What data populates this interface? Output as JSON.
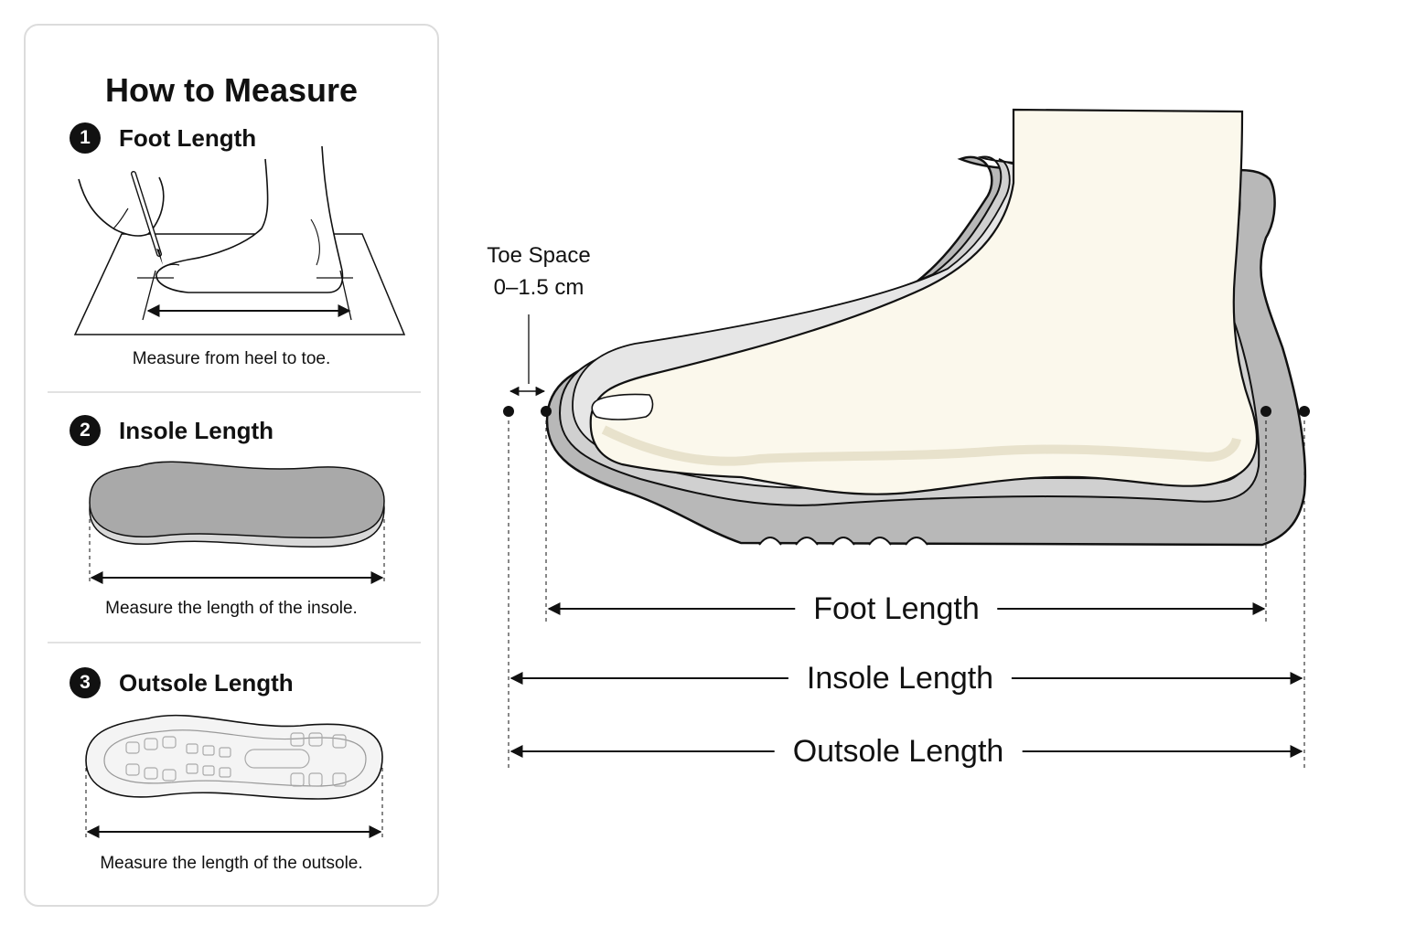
{
  "panel": {
    "title": "How to Measure",
    "steps": [
      {
        "number": "1",
        "label": "Foot Length",
        "caption": "Measure from heel to toe."
      },
      {
        "number": "2",
        "label": "Insole Length",
        "caption": "Measure the length of the insole."
      },
      {
        "number": "3",
        "label": "Outsole Length",
        "caption": "Measure the length of the outsole."
      }
    ]
  },
  "diagram": {
    "toe_space_label": "Toe Space",
    "toe_space_value": "0–1.5 cm",
    "foot_length_label": "Foot Length",
    "insole_length_label": "Insole Length",
    "outsole_length_label": "Outsole Length"
  },
  "colors": {
    "outsole": "#b9b9b9",
    "midsole": "#d2d2d2",
    "insole": "#e6e6e6",
    "foot": "#fbf8ec",
    "ink": "#111111"
  },
  "icons": [
    "hand-pencil-icon",
    "foot-on-paper-icon",
    "insole-icon",
    "outsole-tread-icon"
  ]
}
